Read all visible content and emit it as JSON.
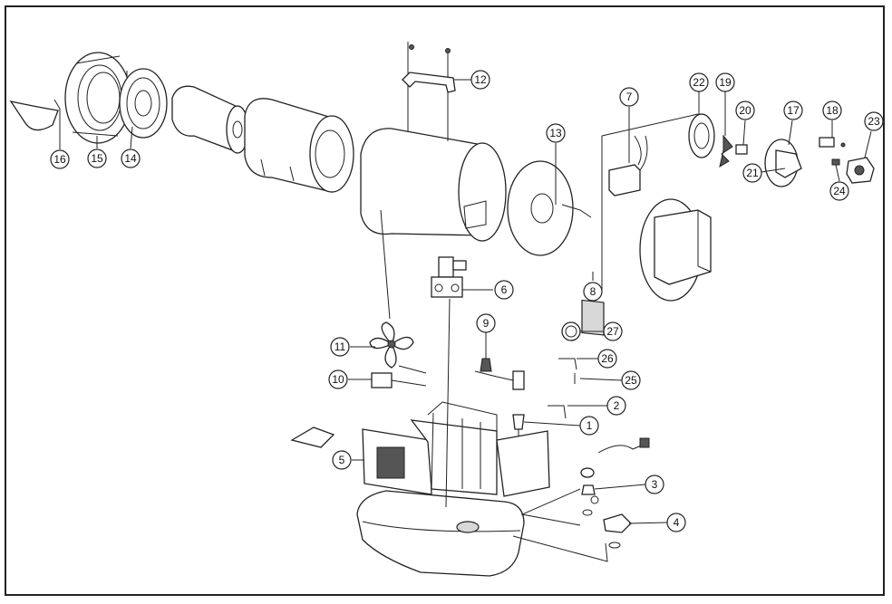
{
  "diagram": {
    "type": "exploded-parts-view",
    "callouts": [
      {
        "id": "c1",
        "number": "1"
      },
      {
        "id": "c2",
        "number": "2"
      },
      {
        "id": "c3",
        "number": "3"
      },
      {
        "id": "c4",
        "number": "4"
      },
      {
        "id": "c5",
        "number": "5"
      },
      {
        "id": "c6",
        "number": "6"
      },
      {
        "id": "c7",
        "number": "7"
      },
      {
        "id": "c8",
        "number": "8"
      },
      {
        "id": "c9",
        "number": "9"
      },
      {
        "id": "c10",
        "number": "10"
      },
      {
        "id": "c11",
        "number": "11"
      },
      {
        "id": "c12",
        "number": "12"
      },
      {
        "id": "c13",
        "number": "13"
      },
      {
        "id": "c14",
        "number": "14"
      },
      {
        "id": "c15",
        "number": "15"
      },
      {
        "id": "c16",
        "number": "16"
      },
      {
        "id": "c17",
        "number": "17"
      },
      {
        "id": "c18",
        "number": "18"
      },
      {
        "id": "c19",
        "number": "19"
      },
      {
        "id": "c20",
        "number": "20"
      },
      {
        "id": "c21",
        "number": "21"
      },
      {
        "id": "c22",
        "number": "22"
      },
      {
        "id": "c23",
        "number": "23"
      },
      {
        "id": "c24",
        "number": "24"
      },
      {
        "id": "c25",
        "number": "25"
      },
      {
        "id": "c26",
        "number": "26"
      },
      {
        "id": "c27",
        "number": "27"
      }
    ]
  }
}
